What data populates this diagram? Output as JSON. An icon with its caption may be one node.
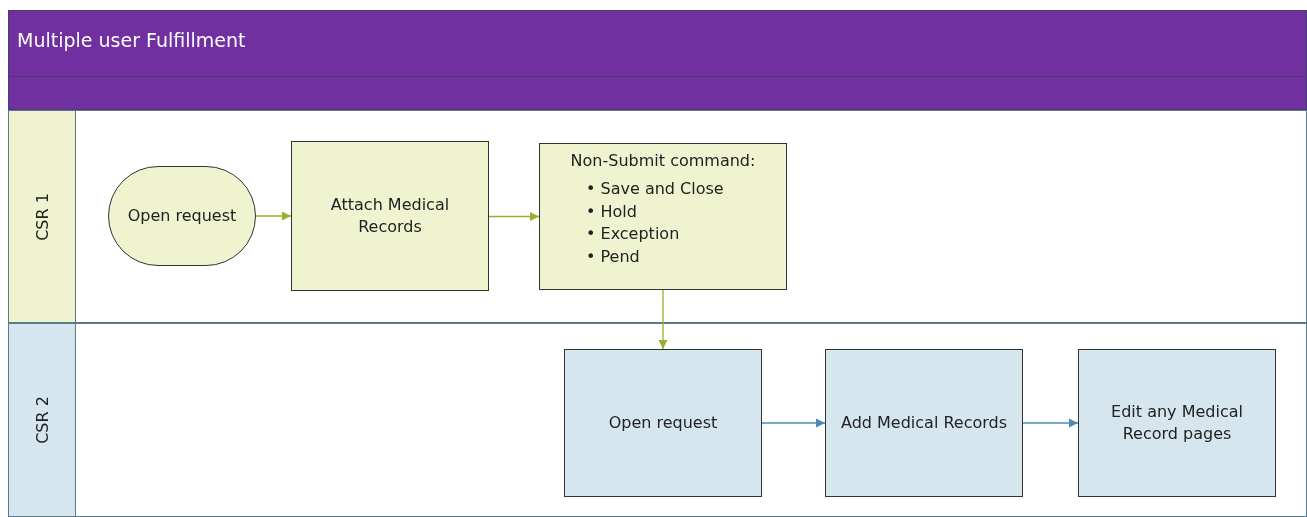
{
  "diagram": {
    "title": "Multiple user Fulfillment",
    "nodes": [
      {
        "text": [
          "CSR 1"
        ]
      },
      {
        "text": [
          "Open request"
        ],
        "in": 0
      },
      {
        "text": [
          "Attach Medical Records"
        ],
        "in": 0
      },
      {
        "text": [
          "Non-Submit command:",
          "• Save and Close",
          "• Hold",
          "• Exception",
          "• Pend"
        ],
        "in": 0
      },
      {
        "text": [
          "CSR 2"
        ]
      },
      {
        "text": [
          "Open request"
        ],
        "in": 4
      },
      {
        "text": [
          "Add Medical Records"
        ],
        "in": 4
      },
      {
        "text": [
          "Edit any Medical Record pages"
        ],
        "in": 4
      }
    ],
    "edges": [
      {
        "from": 1,
        "to": 2,
        "arrow": "to"
      },
      {
        "from": 2,
        "to": 3,
        "arrow": "to"
      },
      {
        "from": 3,
        "to": 5,
        "arrow": "to"
      },
      {
        "from": 5,
        "to": 6,
        "arrow": "to",
        "color": "#4a8ab5"
      },
      {
        "from": 6,
        "to": 7,
        "arrow": "to",
        "color": "#4a8ab5"
      }
    ]
  }
}
